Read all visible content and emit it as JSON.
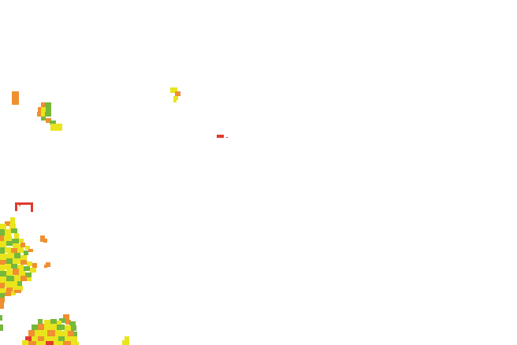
{
  "map": {
    "layer": "raster-grid",
    "background_color": "#ffffff",
    "palette": {
      "red": "#e03a2f",
      "orange": "#ef8f2f",
      "yellow": "#e9e41c",
      "green": "#74b83c"
    },
    "visible_classes": [
      "red",
      "orange",
      "yellow",
      "green"
    ]
  }
}
